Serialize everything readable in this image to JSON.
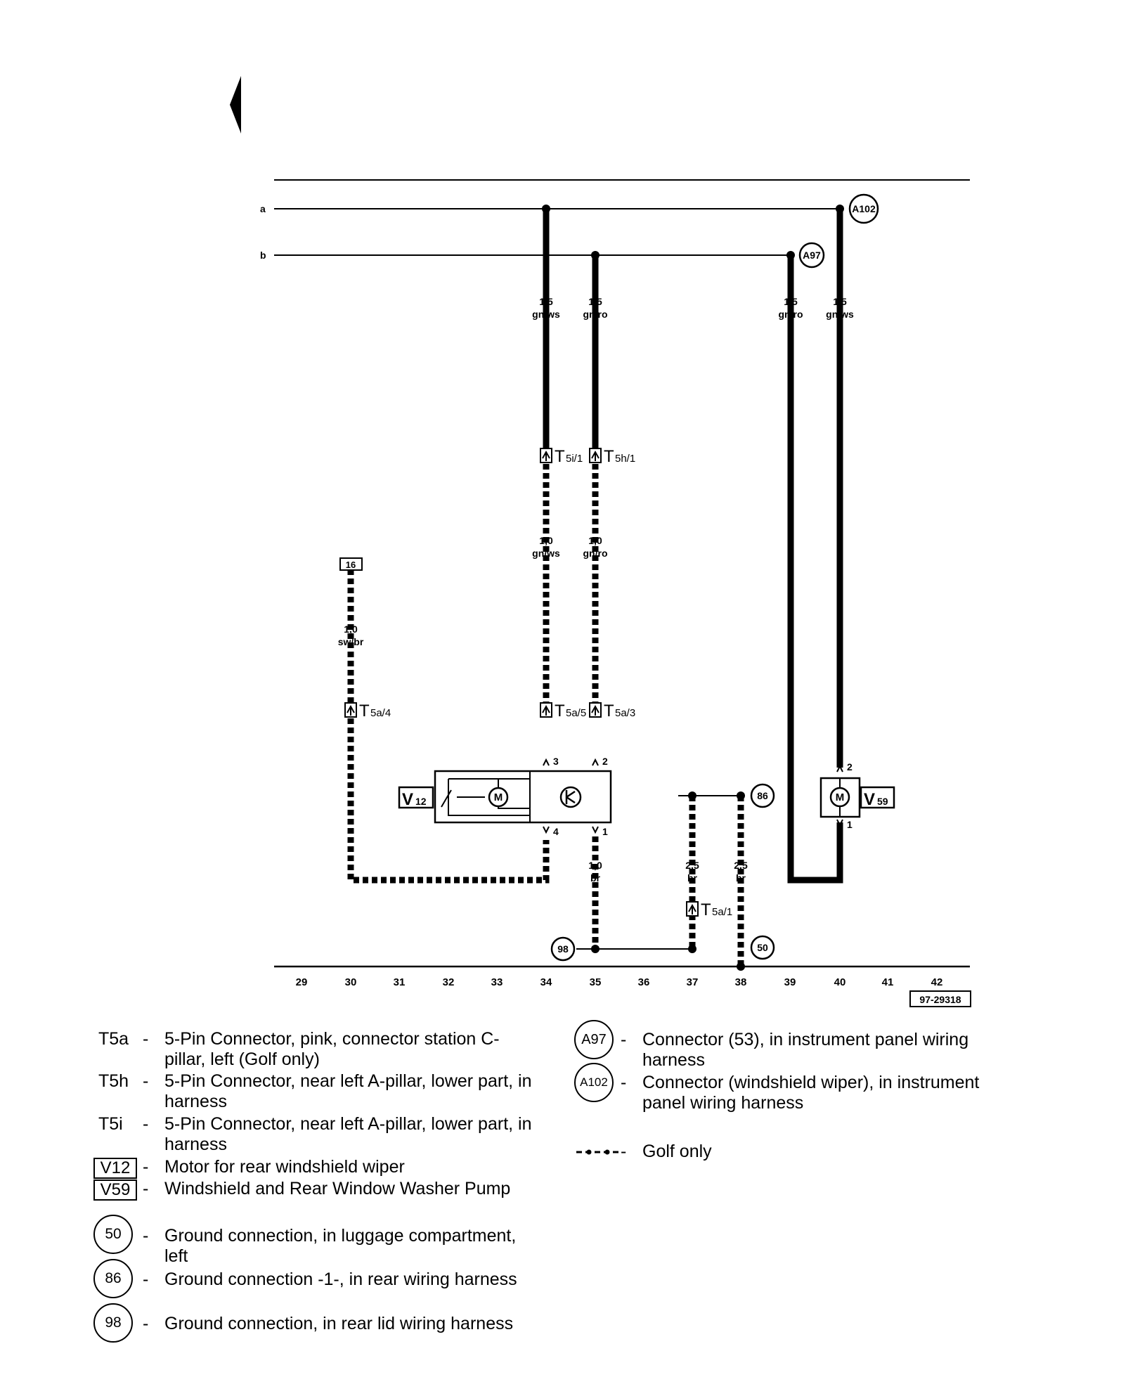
{
  "bus_labels": {
    "a": "a",
    "b": "b"
  },
  "wires": {
    "w1": {
      "size": "1,5",
      "color": "gn/ws"
    },
    "w2": {
      "size": "1,5",
      "color": "gn/ro"
    },
    "w3": {
      "size": "1,5",
      "color": "gn/ro"
    },
    "w4": {
      "size": "1,5",
      "color": "gn/ws"
    },
    "w5": {
      "size": "1,0",
      "color": "gn/ws"
    },
    "w6": {
      "size": "1,0",
      "color": "gn/ro"
    },
    "w7": {
      "size": "1,0",
      "color": "sw/br"
    },
    "w8": {
      "size": "1,0",
      "color": "br"
    },
    "w9": {
      "size": "2,5",
      "color": "br"
    },
    "w10": {
      "size": "2,5",
      "color": "br"
    }
  },
  "connectors": {
    "t5i1": {
      "main": "T",
      "sub": "5i/1"
    },
    "t5h1": {
      "main": "T",
      "sub": "5h/1"
    },
    "t5a4": {
      "main": "T",
      "sub": "5a/4"
    },
    "t5a5": {
      "main": "T",
      "sub": "5a/5"
    },
    "t5a3": {
      "main": "T",
      "sub": "5a/3"
    },
    "t5a1": {
      "main": "T",
      "sub": "5a/1"
    }
  },
  "components": {
    "v12": {
      "main": "V",
      "sub": "12"
    },
    "v59": {
      "main": "V",
      "sub": "59"
    },
    "motor_symbol": "M"
  },
  "pins": {
    "v12_p3": "3",
    "v12_p2": "2",
    "v12_p4": "4",
    "v12_p1": "1",
    "v59_p2": "2",
    "v59_p1": "1"
  },
  "ref_box": "16",
  "circles": {
    "a102": "A102",
    "a97": "A97",
    "g86": "86",
    "g98": "98",
    "g50": "50"
  },
  "tracks": [
    "29",
    "30",
    "31",
    "32",
    "33",
    "34",
    "35",
    "36",
    "37",
    "38",
    "39",
    "40",
    "41",
    "42"
  ],
  "figure_id": "97-29318",
  "legend": {
    "t5a": {
      "code": "T5a",
      "dash": "-",
      "desc": "5-Pin Connector, pink, connector station C-pillar, left (Golf only)"
    },
    "t5h": {
      "code": "T5h",
      "dash": "-",
      "desc": "5-Pin Connector, near left A-pillar, lower part, in harness"
    },
    "t5i": {
      "code": "T5i",
      "dash": "-",
      "desc": "5-Pin Connector, near left A-pillar, lower part, in harness"
    },
    "v12": {
      "code": "V12",
      "dash": "-",
      "desc": "Motor for rear windshield wiper"
    },
    "v59": {
      "code": "V59",
      "dash": "-",
      "desc": "Windshield and Rear Window Washer Pump"
    },
    "g50": {
      "code": "50",
      "dash": "-",
      "desc": "Ground connection, in luggage compartment, left"
    },
    "g86": {
      "code": "86",
      "dash": "-",
      "desc": "Ground connection -1-, in rear wiring harness"
    },
    "g98": {
      "code": "98",
      "dash": "-",
      "desc": "Ground connection, in rear lid wiring harness"
    },
    "a97": {
      "code": "A97",
      "dash": "-",
      "desc": "Connector (53), in instrument panel wiring harness"
    },
    "a102": {
      "code": "A102",
      "dash": "-",
      "desc": "Connector (windshield wiper), in instrument panel wiring harness"
    },
    "golf": {
      "dash": "-",
      "desc": "Golf only"
    }
  }
}
